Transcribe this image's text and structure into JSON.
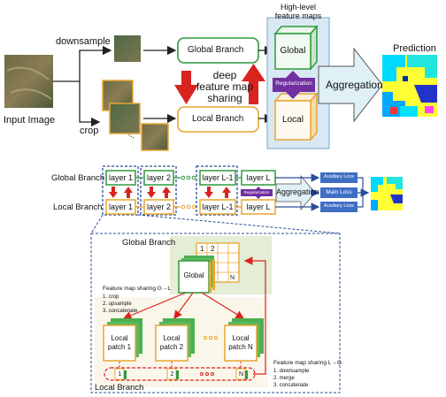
{
  "top": {
    "input_label": "Input Image",
    "downsample_label": "downsample",
    "crop_label": "crop",
    "ellipsis": "...",
    "global_branch": "Global Branch",
    "local_branch": "Local Branch",
    "sharing_line1": "deep",
    "sharing_line2": "feature map",
    "sharing_line3": "sharing",
    "hl_line1": "High-level",
    "hl_line2": "feature maps",
    "global_cube": "Global",
    "local_cube": "Local",
    "regularization": "Regularization",
    "aggregation": "Aggregation",
    "prediction": "Prediction"
  },
  "middle": {
    "global_branch": "Global Branch",
    "local_branch": "Local Branch",
    "layers": [
      "layer 1",
      "layer 2",
      "layer L-1",
      "layer L"
    ],
    "regularization": "Regularization",
    "aggregation": "Aggregation",
    "aux_loss": "Auxiliary Loss",
    "main_loss": "Main Loss"
  },
  "bottom": {
    "global_branch": "Global Branch",
    "global_label": "Global",
    "grid_labels": [
      "1",
      "2",
      "N"
    ],
    "sharing_g2l_title": "Feature map sharing G→L",
    "sharing_g2l_steps": [
      "1. crop",
      "2. upsample",
      "3. concatenate"
    ],
    "patches": [
      "Local\npatch 1",
      "Local\npatch 2",
      "Local\npatch N"
    ],
    "patch_nums": [
      "1",
      "2",
      "N"
    ],
    "sharing_l2g_title": "Feature map sharing L→G:",
    "sharing_l2g_steps": [
      "1. downsample",
      "2. merge",
      "3. concatenate"
    ],
    "local_branch": "Local Branch"
  },
  "colors": {
    "green": "#2e9a3e",
    "orange": "#e8a531",
    "red": "#d9231f",
    "blue_dark": "#2b4c9a",
    "loss_blue": "#3f6fc4",
    "purple": "#7030a0",
    "light_blue_bg": "#d8e9f5",
    "light_green_bg": "#e4edd5",
    "arrow_fill": "#dff1f7"
  }
}
